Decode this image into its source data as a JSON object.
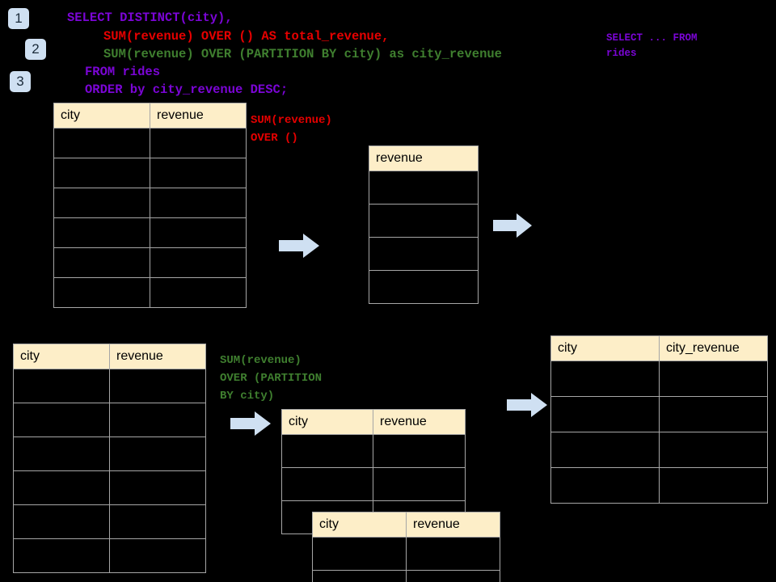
{
  "diagram": {
    "title": "SQL window function execution diagram",
    "background_color": "#000000",
    "header_fill": "#fdeec8",
    "grid_color": "#a6a6a6",
    "arrow_color": "#cfe0f2",
    "badge_color": "#cfe0f2"
  },
  "steps": [
    {
      "label": "1"
    },
    {
      "label": "2"
    },
    {
      "label": "3"
    }
  ],
  "query": {
    "lines": [
      {
        "text": "SELECT DISTINCT(city),",
        "color": "#7b05d6",
        "indent": 0
      },
      {
        "text": "SUM(revenue) OVER () AS total_revenue,",
        "color": "#e60000",
        "indent": 1
      },
      {
        "text": "SUM(revenue) OVER (PARTITION BY city) as city_revenue",
        "color": "#3f7f2f",
        "indent": 1
      },
      {
        "text": "FROM rides",
        "color": "#7b05d6",
        "indent": 0
      },
      {
        "text": "ORDER by city_revenue DESC;",
        "color": "#7b05d6",
        "indent": 0
      }
    ]
  },
  "sidenote": {
    "text": "SELECT ... FROM\nrides",
    "color": "#7b05d6"
  },
  "annotations": {
    "total_revenue": {
      "text": "SUM(revenue)\nOVER ()",
      "color": "#e60000"
    },
    "city_revenue": {
      "text": "SUM(revenue)\nOVER (PARTITION\nBY city)",
      "color": "#3f7f2f"
    }
  },
  "tables": {
    "source_top": {
      "name": "rides-source-top",
      "columns": [
        "city",
        "revenue"
      ],
      "rows": [
        [
          "",
          ""
        ],
        [
          "",
          ""
        ],
        [
          "",
          ""
        ],
        [
          "",
          ""
        ],
        [
          "",
          ""
        ],
        [
          "",
          ""
        ]
      ]
    },
    "total_revenue": {
      "name": "total-revenue",
      "columns": [
        "revenue"
      ],
      "rows": [
        [
          ""
        ],
        [
          ""
        ],
        [
          ""
        ],
        [
          ""
        ]
      ]
    },
    "source_bottom": {
      "name": "rides-source-bottom",
      "columns": [
        "city",
        "revenue"
      ],
      "rows": [
        [
          "",
          ""
        ],
        [
          "",
          ""
        ],
        [
          "",
          ""
        ],
        [
          "",
          ""
        ],
        [
          "",
          ""
        ],
        [
          "",
          ""
        ]
      ]
    },
    "partition_back": {
      "name": "partition-group-back",
      "columns": [
        "city",
        "revenue"
      ],
      "rows": [
        [
          "",
          ""
        ],
        [
          "",
          ""
        ],
        [
          "",
          ""
        ]
      ]
    },
    "partition_front": {
      "name": "partition-group-front",
      "columns": [
        "city",
        "revenue"
      ],
      "rows": [
        [
          "",
          ""
        ],
        [
          "",
          ""
        ]
      ]
    },
    "result": {
      "name": "final-result",
      "columns": [
        "city",
        "city_revenue"
      ],
      "rows": [
        [
          "",
          ""
        ],
        [
          "",
          ""
        ],
        [
          "",
          ""
        ],
        [
          "",
          ""
        ]
      ]
    }
  },
  "arrows": [
    {
      "name": "arrow-source-to-total"
    },
    {
      "name": "arrow-total-to-result"
    },
    {
      "name": "arrow-source-to-partition"
    },
    {
      "name": "arrow-partition-to-result"
    }
  ]
}
